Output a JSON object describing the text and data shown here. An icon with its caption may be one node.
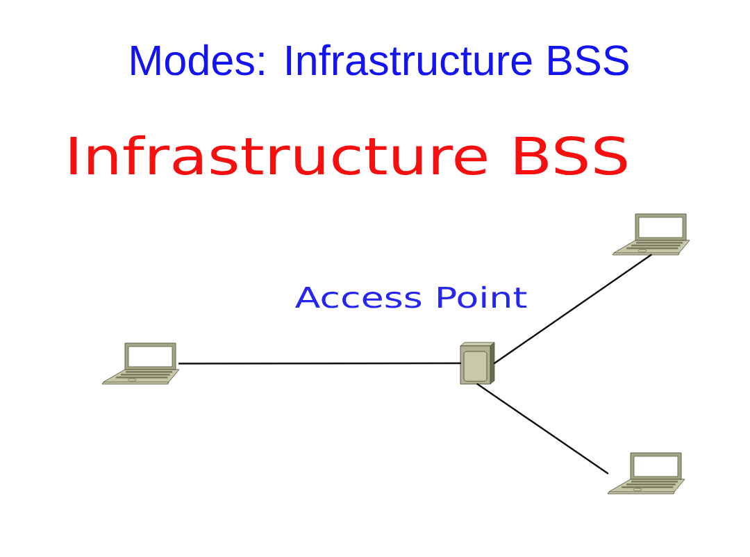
{
  "diagram": {
    "title": "Modes: Infrastructure BSS",
    "nodes": [
      {
        "text": [],
        "shape": "picture"
      },
      {
        "text": [],
        "shape": "picture",
        "beside": [
          "Access Point"
        ]
      },
      {
        "text": [],
        "shape": "picture"
      },
      {
        "text": [],
        "shape": "picture"
      }
    ],
    "edges": [
      {
        "from": 0,
        "to": 1,
        "arrow": "none"
      },
      {
        "from": 1,
        "to": 2,
        "arrow": "none"
      },
      {
        "from": 1,
        "to": 3,
        "arrow": "none"
      }
    ],
    "labels": [
      "Infrastructure BSS"
    ]
  }
}
